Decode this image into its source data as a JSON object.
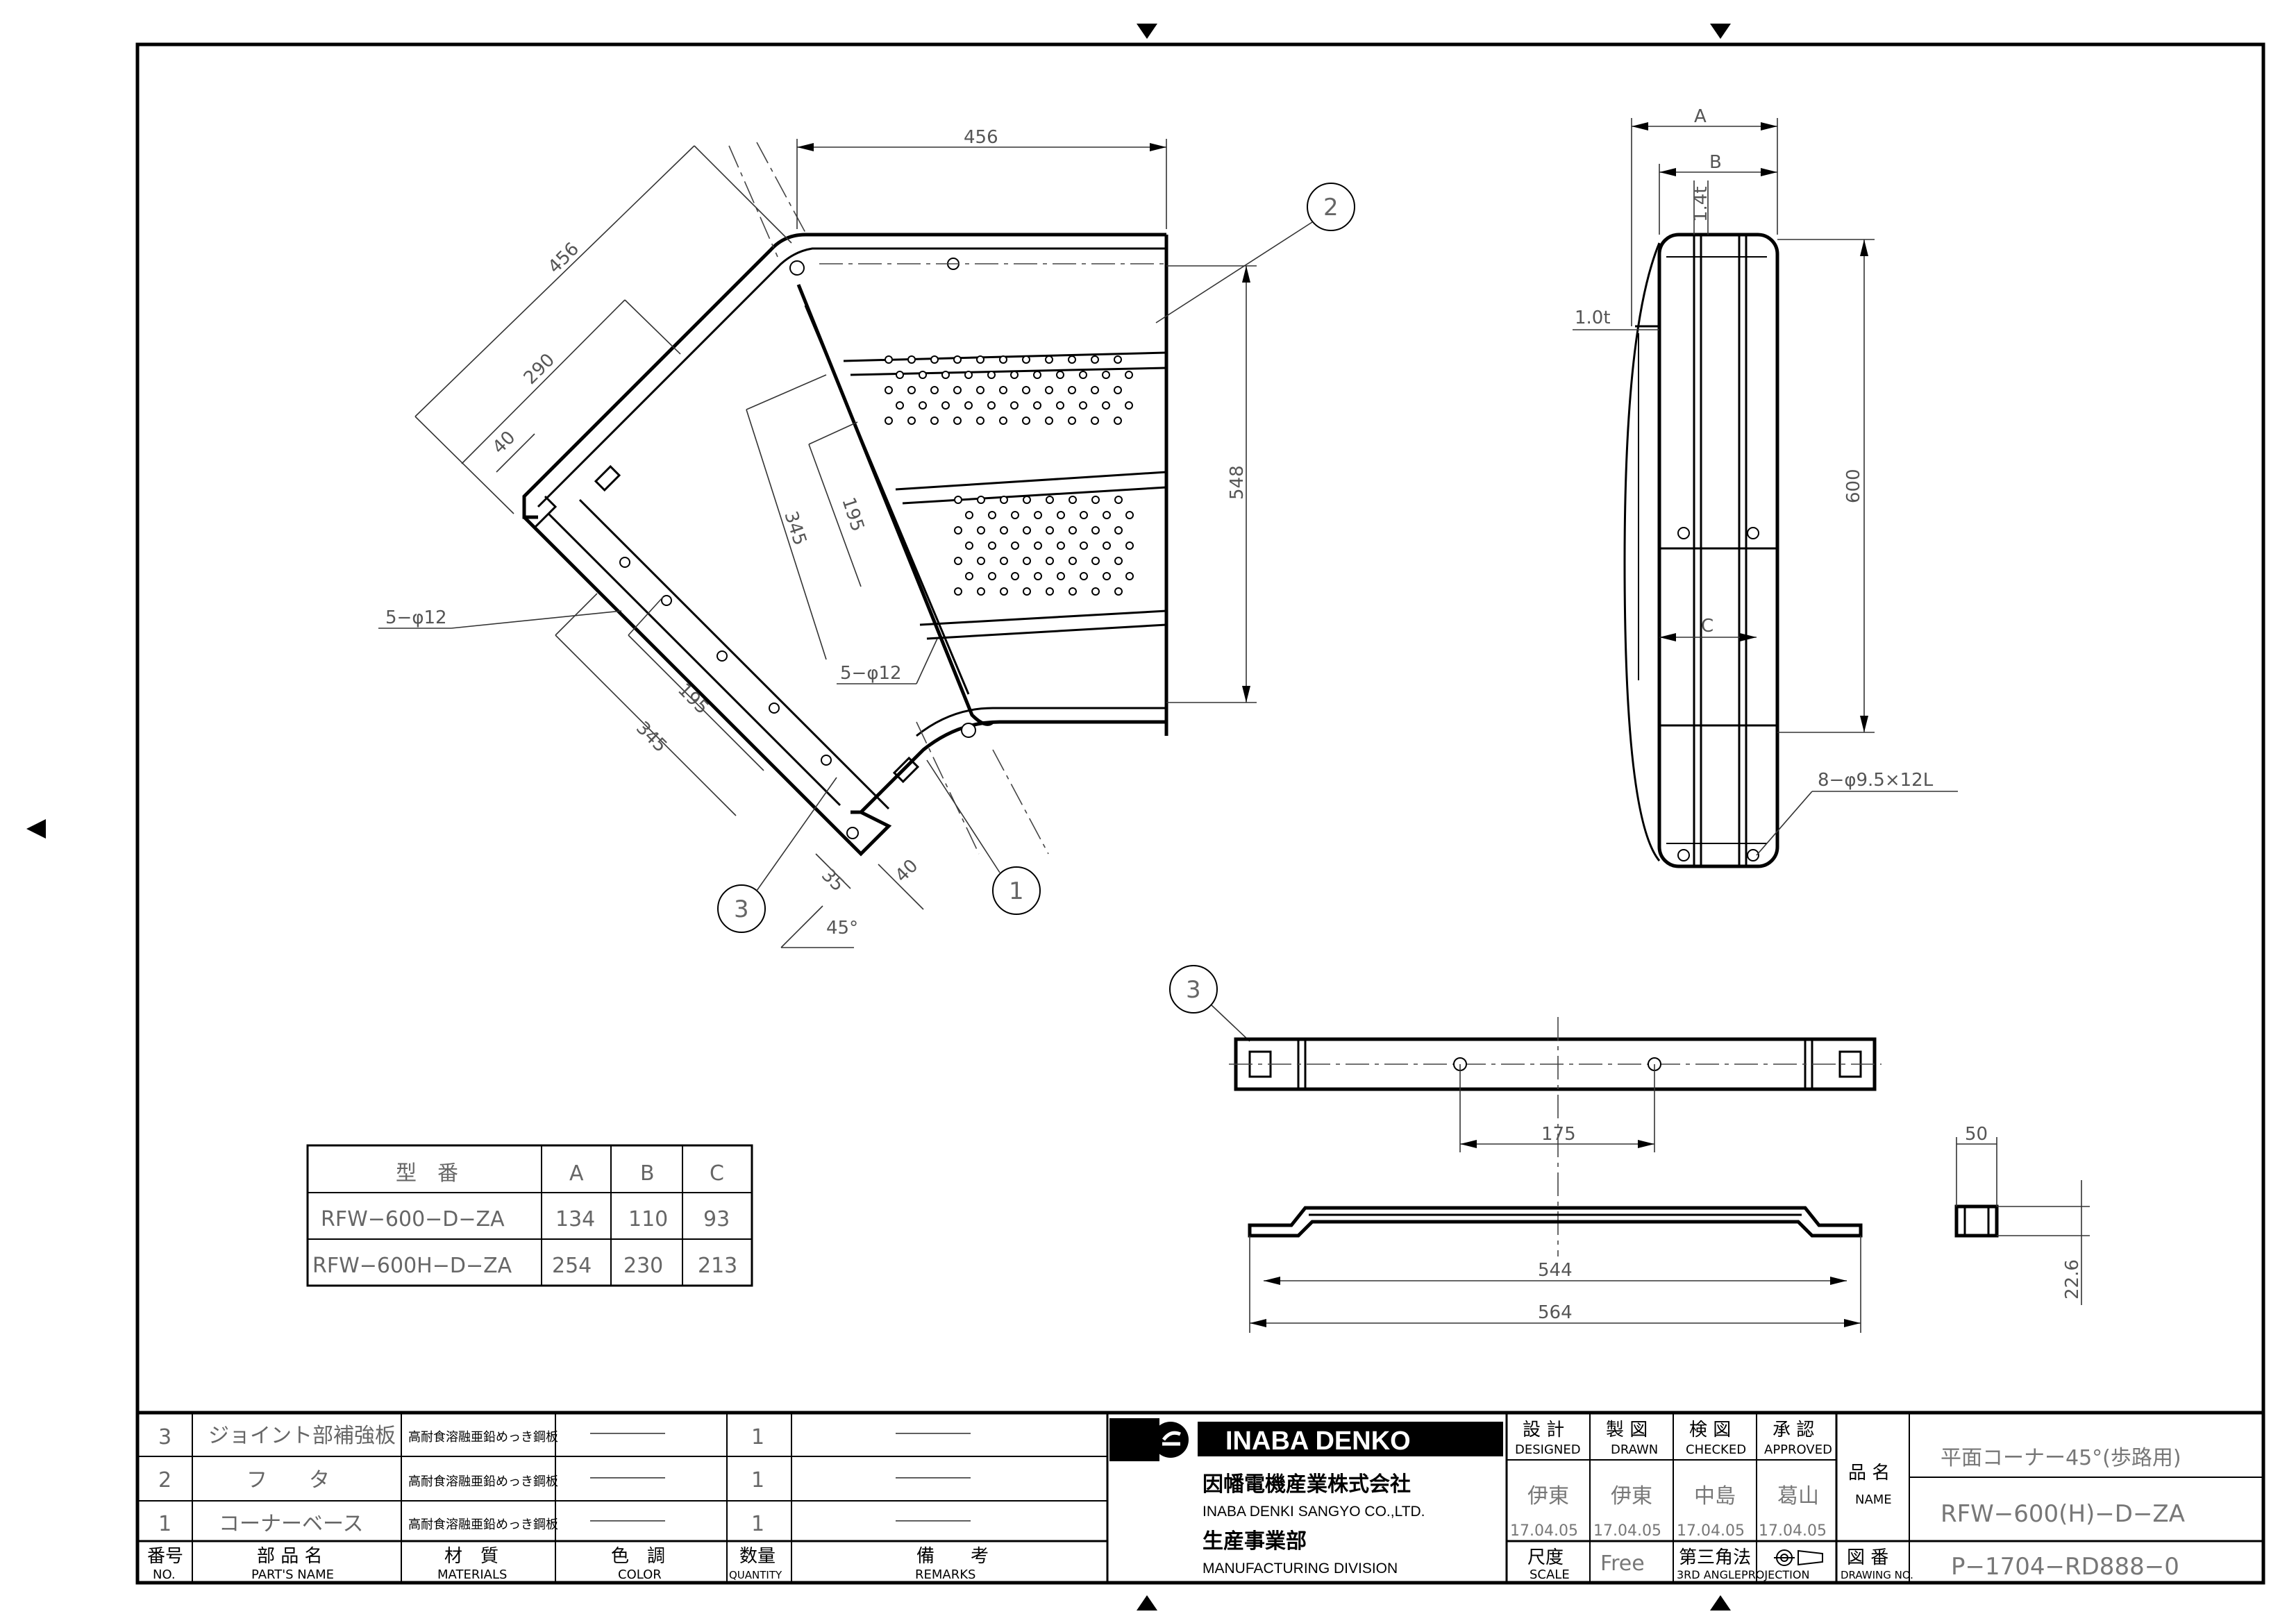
{
  "dimensions": {
    "top_width": "456",
    "diag_len": "456",
    "diag_290": "290",
    "diag_40": "40",
    "height_548": "548",
    "inner_345": "345",
    "inner_195": "195",
    "holes_top": "5−φ12",
    "holes_bottom": "5−φ12",
    "lower_195": "195",
    "lower_345": "345",
    "j35": "35",
    "j40": "40",
    "angle": "45°",
    "side_A": "A",
    "side_B": "B",
    "side_14t": "1.4t",
    "side_10t": "1.0t",
    "side_600": "600",
    "side_C": "C",
    "side_holes": "8−φ9.5×12L",
    "p3_175": "175",
    "p3_544": "544",
    "p3_564": "564",
    "p3_50": "50",
    "p3_226": "22.6"
  },
  "balloons": {
    "b1": "1",
    "b2": "2",
    "b3a": "3",
    "b3b": "3"
  },
  "model_table": {
    "headers": [
      "型　番",
      "A",
      "B",
      "C"
    ],
    "rows": [
      [
        "RFW−600−D−ZA",
        "134",
        "110",
        "93"
      ],
      [
        "RFW−600H−D−ZA",
        "254",
        "230",
        "213"
      ]
    ]
  },
  "parts": {
    "rows": [
      {
        "no": "3",
        "name": "ジョイント部補強板",
        "material": "高耐食溶融亜鉛めっき鋼板",
        "color": "――――――",
        "qty": "1",
        "remarks": "――――――"
      },
      {
        "no": "2",
        "name": "フ　　タ",
        "material": "高耐食溶融亜鉛めっき鋼板",
        "color": "――――――",
        "qty": "1",
        "remarks": "――――――"
      },
      {
        "no": "1",
        "name": "コーナーベース",
        "material": "高耐食溶融亜鉛めっき鋼板",
        "color": "――――――",
        "qty": "1",
        "remarks": "――――――"
      }
    ],
    "header_jp": [
      "番号",
      "部 品 名",
      "材　質",
      "色　調",
      "数量",
      "備　　考"
    ],
    "header_en": [
      "NO.",
      "PART'S NAME",
      "MATERIALS",
      "COLOR",
      "QUANTITY",
      "REMARKS"
    ]
  },
  "company": {
    "brand": "INABA DENKO",
    "name_jp": "因幡電機産業株式会社",
    "name_en": "INABA DENKI SANGYO CO.,LTD.",
    "division_jp": "生産事業部",
    "division_en": "MANUFACTURING DIVISION"
  },
  "approvals": {
    "headers_jp": [
      "設 計",
      "製 図",
      "検 図",
      "承 認"
    ],
    "headers_en": [
      "DESIGNED",
      "DRAWN",
      "CHECKED",
      "APPROVED"
    ],
    "names": [
      "伊東",
      "伊東",
      "中島",
      "葛山"
    ],
    "dates": [
      "17.04.05",
      "17.04.05",
      "17.04.05",
      "17.04.05"
    ]
  },
  "scale": {
    "label_jp": "尺度",
    "label_en": "SCALE",
    "value": "Free"
  },
  "projection": {
    "label_jp": "第三角法",
    "label_en": "3RD ANGLEPROJECTION"
  },
  "title_block": {
    "name_label_jp": "品 名",
    "name_label_en": "NAME",
    "title": "平面コーナー45°(歩路用)",
    "model": "RFW−600(H)−D−ZA",
    "drawing_label_jp": "図 番",
    "drawing_label_en": "DRAWING NO.",
    "drawing_no": "P−1704−RD888−0"
  }
}
